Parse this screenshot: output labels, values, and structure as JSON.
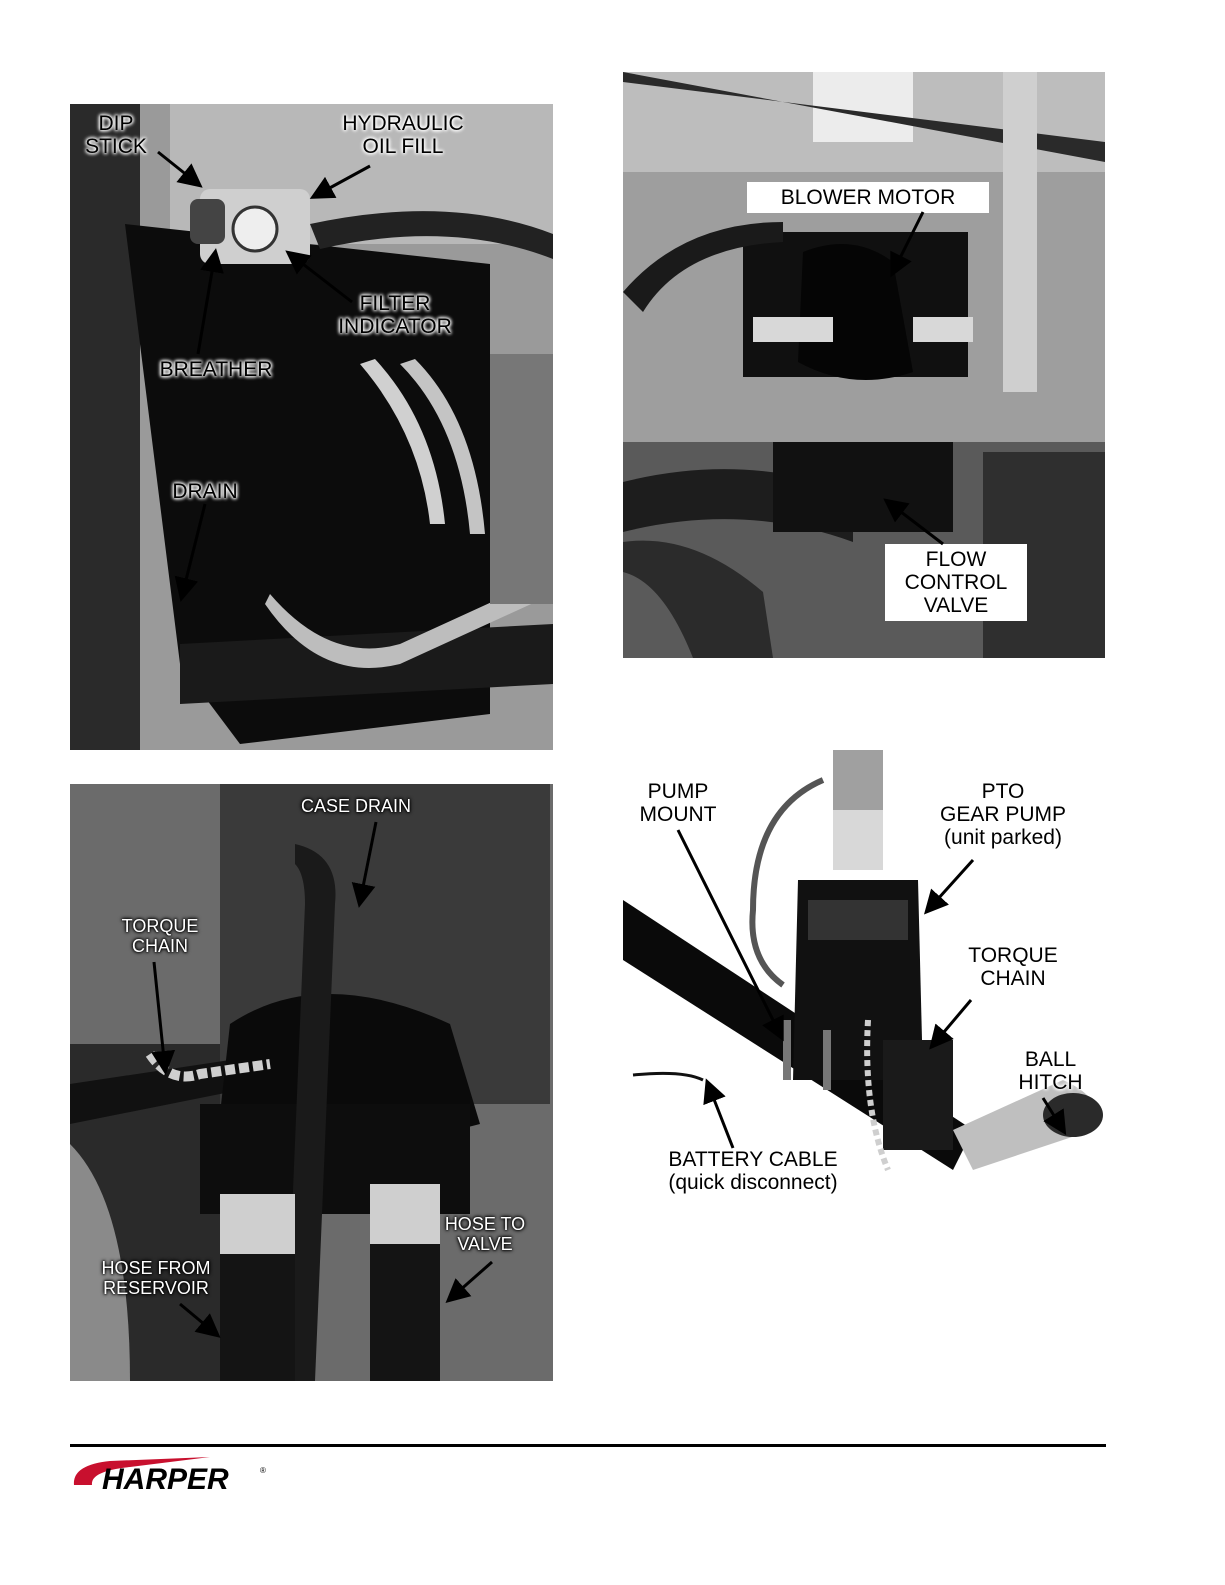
{
  "photos": {
    "reservoir": {
      "dip_stick": [
        "DIP",
        "STICK"
      ],
      "oil_fill": [
        "HYDRAULIC",
        "OIL FILL"
      ],
      "filter_indicator": [
        "FILTER",
        "INDICATOR"
      ],
      "breather": "BREATHER",
      "drain": "DRAIN"
    },
    "blower": {
      "blower_motor": "BLOWER MOTOR",
      "flow_control_valve": [
        "FLOW",
        "CONTROL",
        "VALVE"
      ]
    },
    "motor": {
      "case_drain": "CASE DRAIN",
      "torque_chain": [
        "TORQUE",
        "CHAIN"
      ],
      "hose_from_reservoir": [
        "HOSE FROM",
        "RESERVOIR"
      ],
      "hose_to_valve": [
        "HOSE TO",
        "VALVE"
      ]
    },
    "pump": {
      "pump_mount": [
        "PUMP",
        "MOUNT"
      ],
      "pto_gear_pump": [
        "PTO",
        "GEAR PUMP",
        "(unit parked)"
      ],
      "torque_chain": [
        "TORQUE",
        "CHAIN"
      ],
      "ball_hitch": [
        "BALL",
        "HITCH"
      ],
      "battery_cable": [
        "BATTERY CABLE",
        "(quick disconnect)"
      ]
    }
  },
  "footer": {
    "logo_text": "HARPER",
    "logo_mark": "®"
  }
}
